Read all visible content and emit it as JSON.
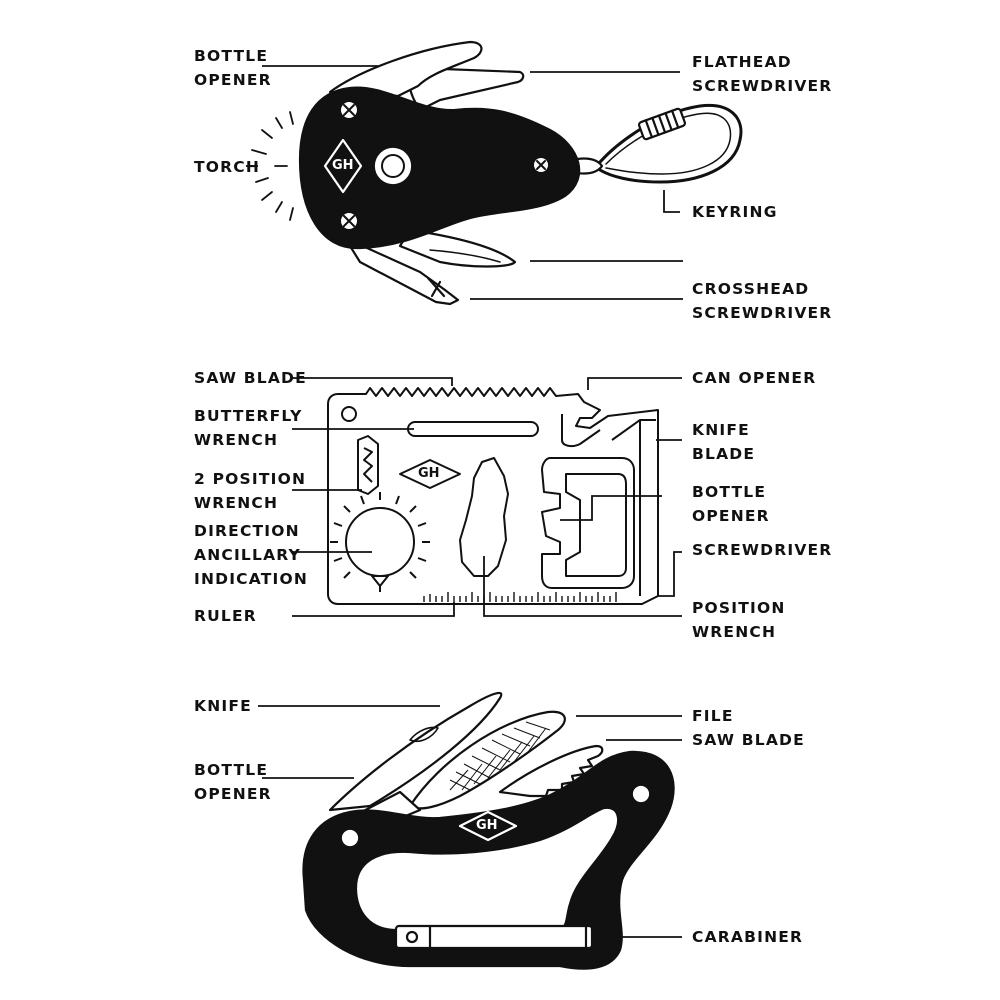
{
  "colors": {
    "ink": "#111111",
    "paper": "#ffffff"
  },
  "logo_text": "GH",
  "sections": [
    {
      "id": "keyring-tool",
      "labels": [
        {
          "key": "bottle-opener",
          "lines": [
            "BOTTLE",
            "OPENER"
          ]
        },
        {
          "key": "torch",
          "lines": [
            "TORCH"
          ]
        },
        {
          "key": "flathead-screwdriver",
          "lines": [
            "FLATHEAD",
            "SCREWDRIVER"
          ]
        },
        {
          "key": "keyring",
          "lines": [
            "KEYRING"
          ]
        },
        {
          "key": "crosshead-screwdriver",
          "lines": [
            "CROSSHEAD",
            "SCREWDRIVER"
          ]
        }
      ]
    },
    {
      "id": "card-tool",
      "labels": [
        {
          "key": "saw-blade",
          "lines": [
            "SAW BLADE"
          ]
        },
        {
          "key": "butterfly-wrench",
          "lines": [
            "BUTTERFLY",
            "WRENCH"
          ]
        },
        {
          "key": "2-position-wrench",
          "lines": [
            "2 POSITION",
            "WRENCH"
          ]
        },
        {
          "key": "direction-ancillary-indication",
          "lines": [
            "DIRECTION",
            "ANCILLARY",
            "INDICATION"
          ]
        },
        {
          "key": "ruler",
          "lines": [
            "RULER"
          ]
        },
        {
          "key": "can-opener",
          "lines": [
            "CAN OPENER"
          ]
        },
        {
          "key": "knife-blade",
          "lines": [
            "KNIFE",
            "BLADE"
          ]
        },
        {
          "key": "bottle-opener",
          "lines": [
            "BOTTLE",
            "OPENER"
          ]
        },
        {
          "key": "screwdriver",
          "lines": [
            "SCREWDRIVER"
          ]
        },
        {
          "key": "position-wrench",
          "lines": [
            "POSITION",
            "WRENCH"
          ]
        }
      ]
    },
    {
      "id": "carabiner-tool",
      "labels": [
        {
          "key": "knife",
          "lines": [
            "KNIFE"
          ]
        },
        {
          "key": "bottle-opener",
          "lines": [
            "BOTTLE",
            "OPENER"
          ]
        },
        {
          "key": "file",
          "lines": [
            "FILE"
          ]
        },
        {
          "key": "saw-blade",
          "lines": [
            "SAW BLADE"
          ]
        },
        {
          "key": "carabiner",
          "lines": [
            "CARABINER"
          ]
        }
      ]
    }
  ]
}
